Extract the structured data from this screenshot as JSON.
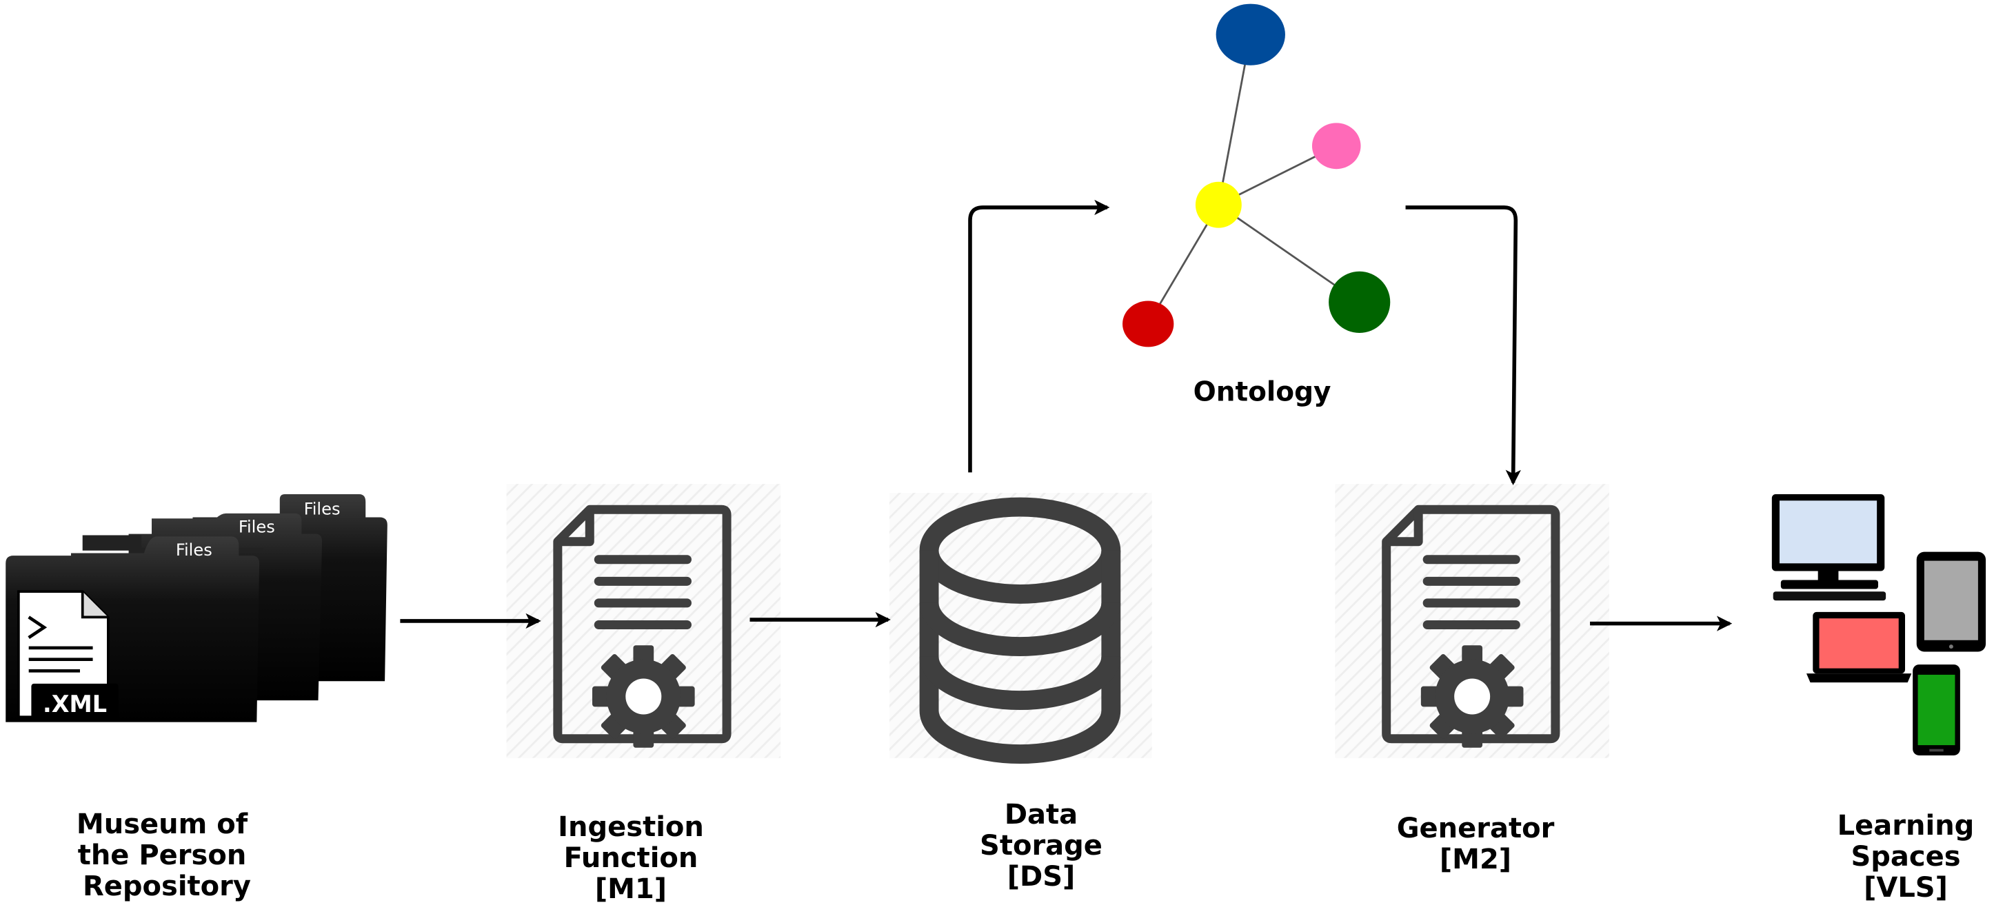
{
  "nodes": {
    "repository": {
      "folder_tab": "Files",
      "file_type": ".XML",
      "lines": [
        "Museum of",
        "the Person",
        " Repository"
      ]
    },
    "ingestion": {
      "lines": [
        "Ingestion",
        "Function",
        "[M1]"
      ]
    },
    "storage": {
      "lines": [
        "Data",
        "Storage",
        "[DS]"
      ]
    },
    "ontology": {
      "label": "Ontology"
    },
    "generator": {
      "lines": [
        "Generator",
        "[M2]"
      ]
    },
    "learning": {
      "lines": [
        "Learning",
        "Spaces",
        "[VLS]"
      ]
    }
  },
  "colors": {
    "icon_dark": "#3f3f3f",
    "arrow": "#000000",
    "ontology_blue": "#004b9a",
    "ontology_pink": "#ff6ab8",
    "ontology_yellow": "#ffff00",
    "ontology_red": "#d40000",
    "ontology_green": "#006400",
    "monitor_screen": "#d5e3f5",
    "tablet_screen": "#a9a9a9",
    "laptop_screen": "#ff6666",
    "phone_screen": "#12a012"
  }
}
